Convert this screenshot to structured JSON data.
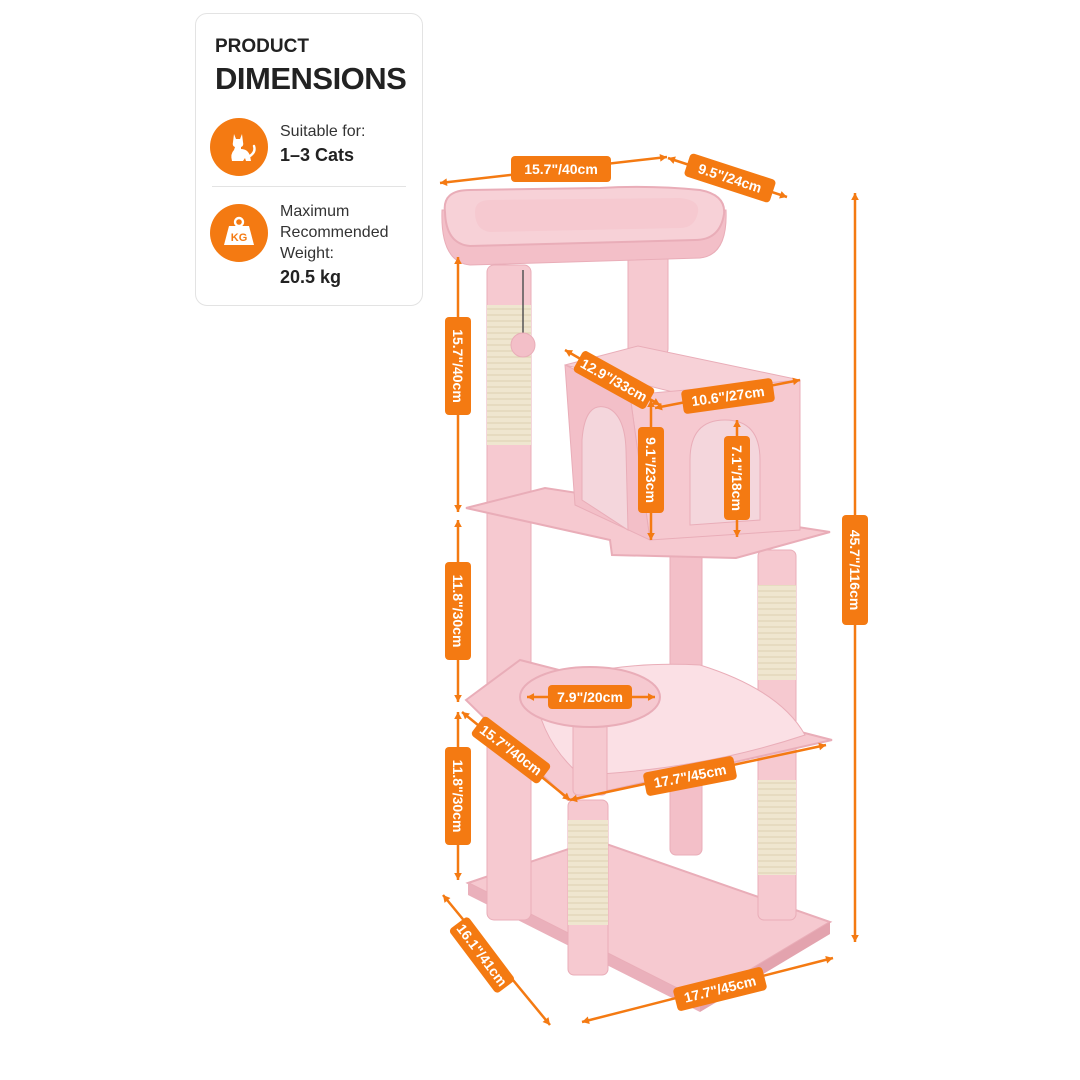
{
  "card": {
    "kicker": "PRODUCT",
    "title": "DIMENSIONS",
    "cats_label": "Suitable for:",
    "cats_value": "1–3 Cats",
    "weight_label_1": "Maximum",
    "weight_label_2": "Recommended",
    "weight_label_3": "Weight:",
    "weight_value": "20.5 kg",
    "cat_icon": "cat-icon",
    "weight_icon": "weight-kg-icon",
    "weight_icon_text": "KG"
  },
  "colors": {
    "accent": "#f47a12",
    "tree_pink": "#f6c9d0",
    "tree_pink_dark": "#e9adb8",
    "sisal": "#efe6cf"
  },
  "dimensions": {
    "top_width": "15.7\"/40cm",
    "top_depth": "9.5\"/24cm",
    "top_post_height": "15.7\"/40cm",
    "condo_depth": "12.9\"/33cm",
    "condo_width": "10.6\"/27cm",
    "condo_height": "9.1\"/23cm",
    "condo_door_height": "7.1\"/18cm",
    "total_height": "45.7\"/116cm",
    "middle_section_height": "11.8\"/30cm",
    "perch_diameter": "7.9\"/20cm",
    "hammock_depth": "15.7\"/40cm",
    "hammock_width": "17.7\"/45cm",
    "bottom_section_height": "11.8\"/30cm",
    "base_depth": "16.1\"/41cm",
    "base_width": "17.7\"/45cm"
  }
}
